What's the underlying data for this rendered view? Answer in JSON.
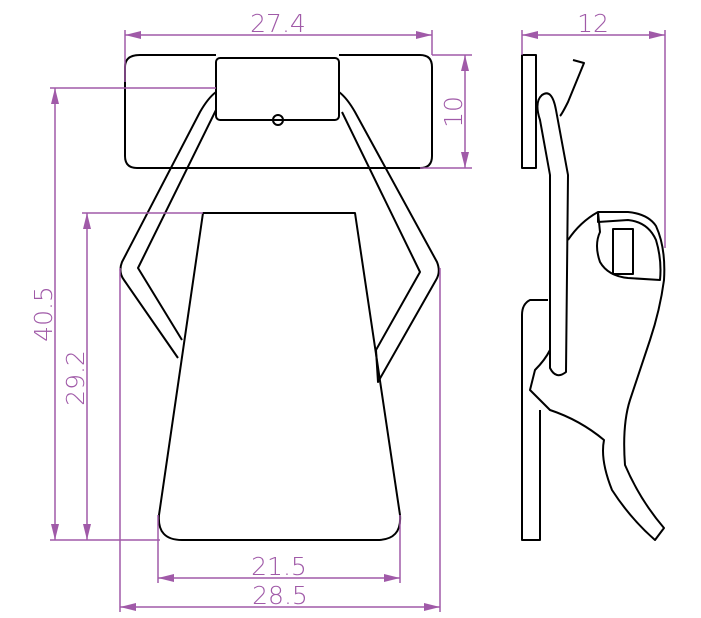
{
  "drawing": {
    "dimensions": {
      "top_width": "27.4",
      "plate_height": "10",
      "total_height": "40.5",
      "handle_height": "29.2",
      "handle_bottom_width": "21.5",
      "overall_width": "28.5",
      "side_depth": "12"
    },
    "colors": {
      "dimension": "#a05aa8",
      "outline": "#000000"
    }
  }
}
